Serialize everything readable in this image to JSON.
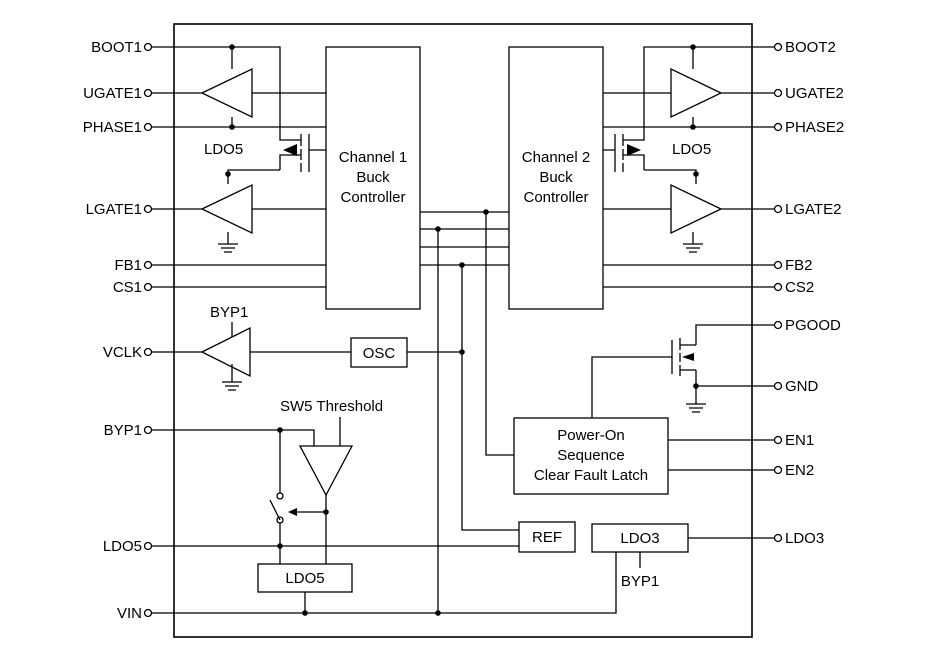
{
  "pins_left": {
    "boot1": "BOOT1",
    "ugate1": "UGATE1",
    "phase1": "PHASE1",
    "lgate1": "LGATE1",
    "fb1": "FB1",
    "cs1": "CS1",
    "vclk": "VCLK",
    "byp1": "BYP1",
    "ldo5": "LDO5",
    "vin": "VIN"
  },
  "pins_right": {
    "boot2": "BOOT2",
    "ugate2": "UGATE2",
    "phase2": "PHASE2",
    "lgate2": "LGATE2",
    "fb2": "FB2",
    "cs2": "CS2",
    "pgood": "PGOOD",
    "gnd": "GND",
    "en1": "EN1",
    "en2": "EN2",
    "ldo3": "LDO3"
  },
  "blocks": {
    "ch1": [
      "Channel 1",
      "Buck",
      "Controller"
    ],
    "ch2": [
      "Channel 2",
      "Buck",
      "Controller"
    ],
    "osc": "OSC",
    "ref": "REF",
    "ldo3": "LDO3",
    "ldo5": "LDO5",
    "pos": [
      "Power-On",
      "Sequence",
      "Clear Fault Latch"
    ]
  },
  "labels": {
    "ldo5_left": "LDO5",
    "ldo5_right": "LDO5",
    "byp1_top": "BYP1",
    "byp1_bottom": "BYP1",
    "sw5": "SW5 Threshold"
  }
}
